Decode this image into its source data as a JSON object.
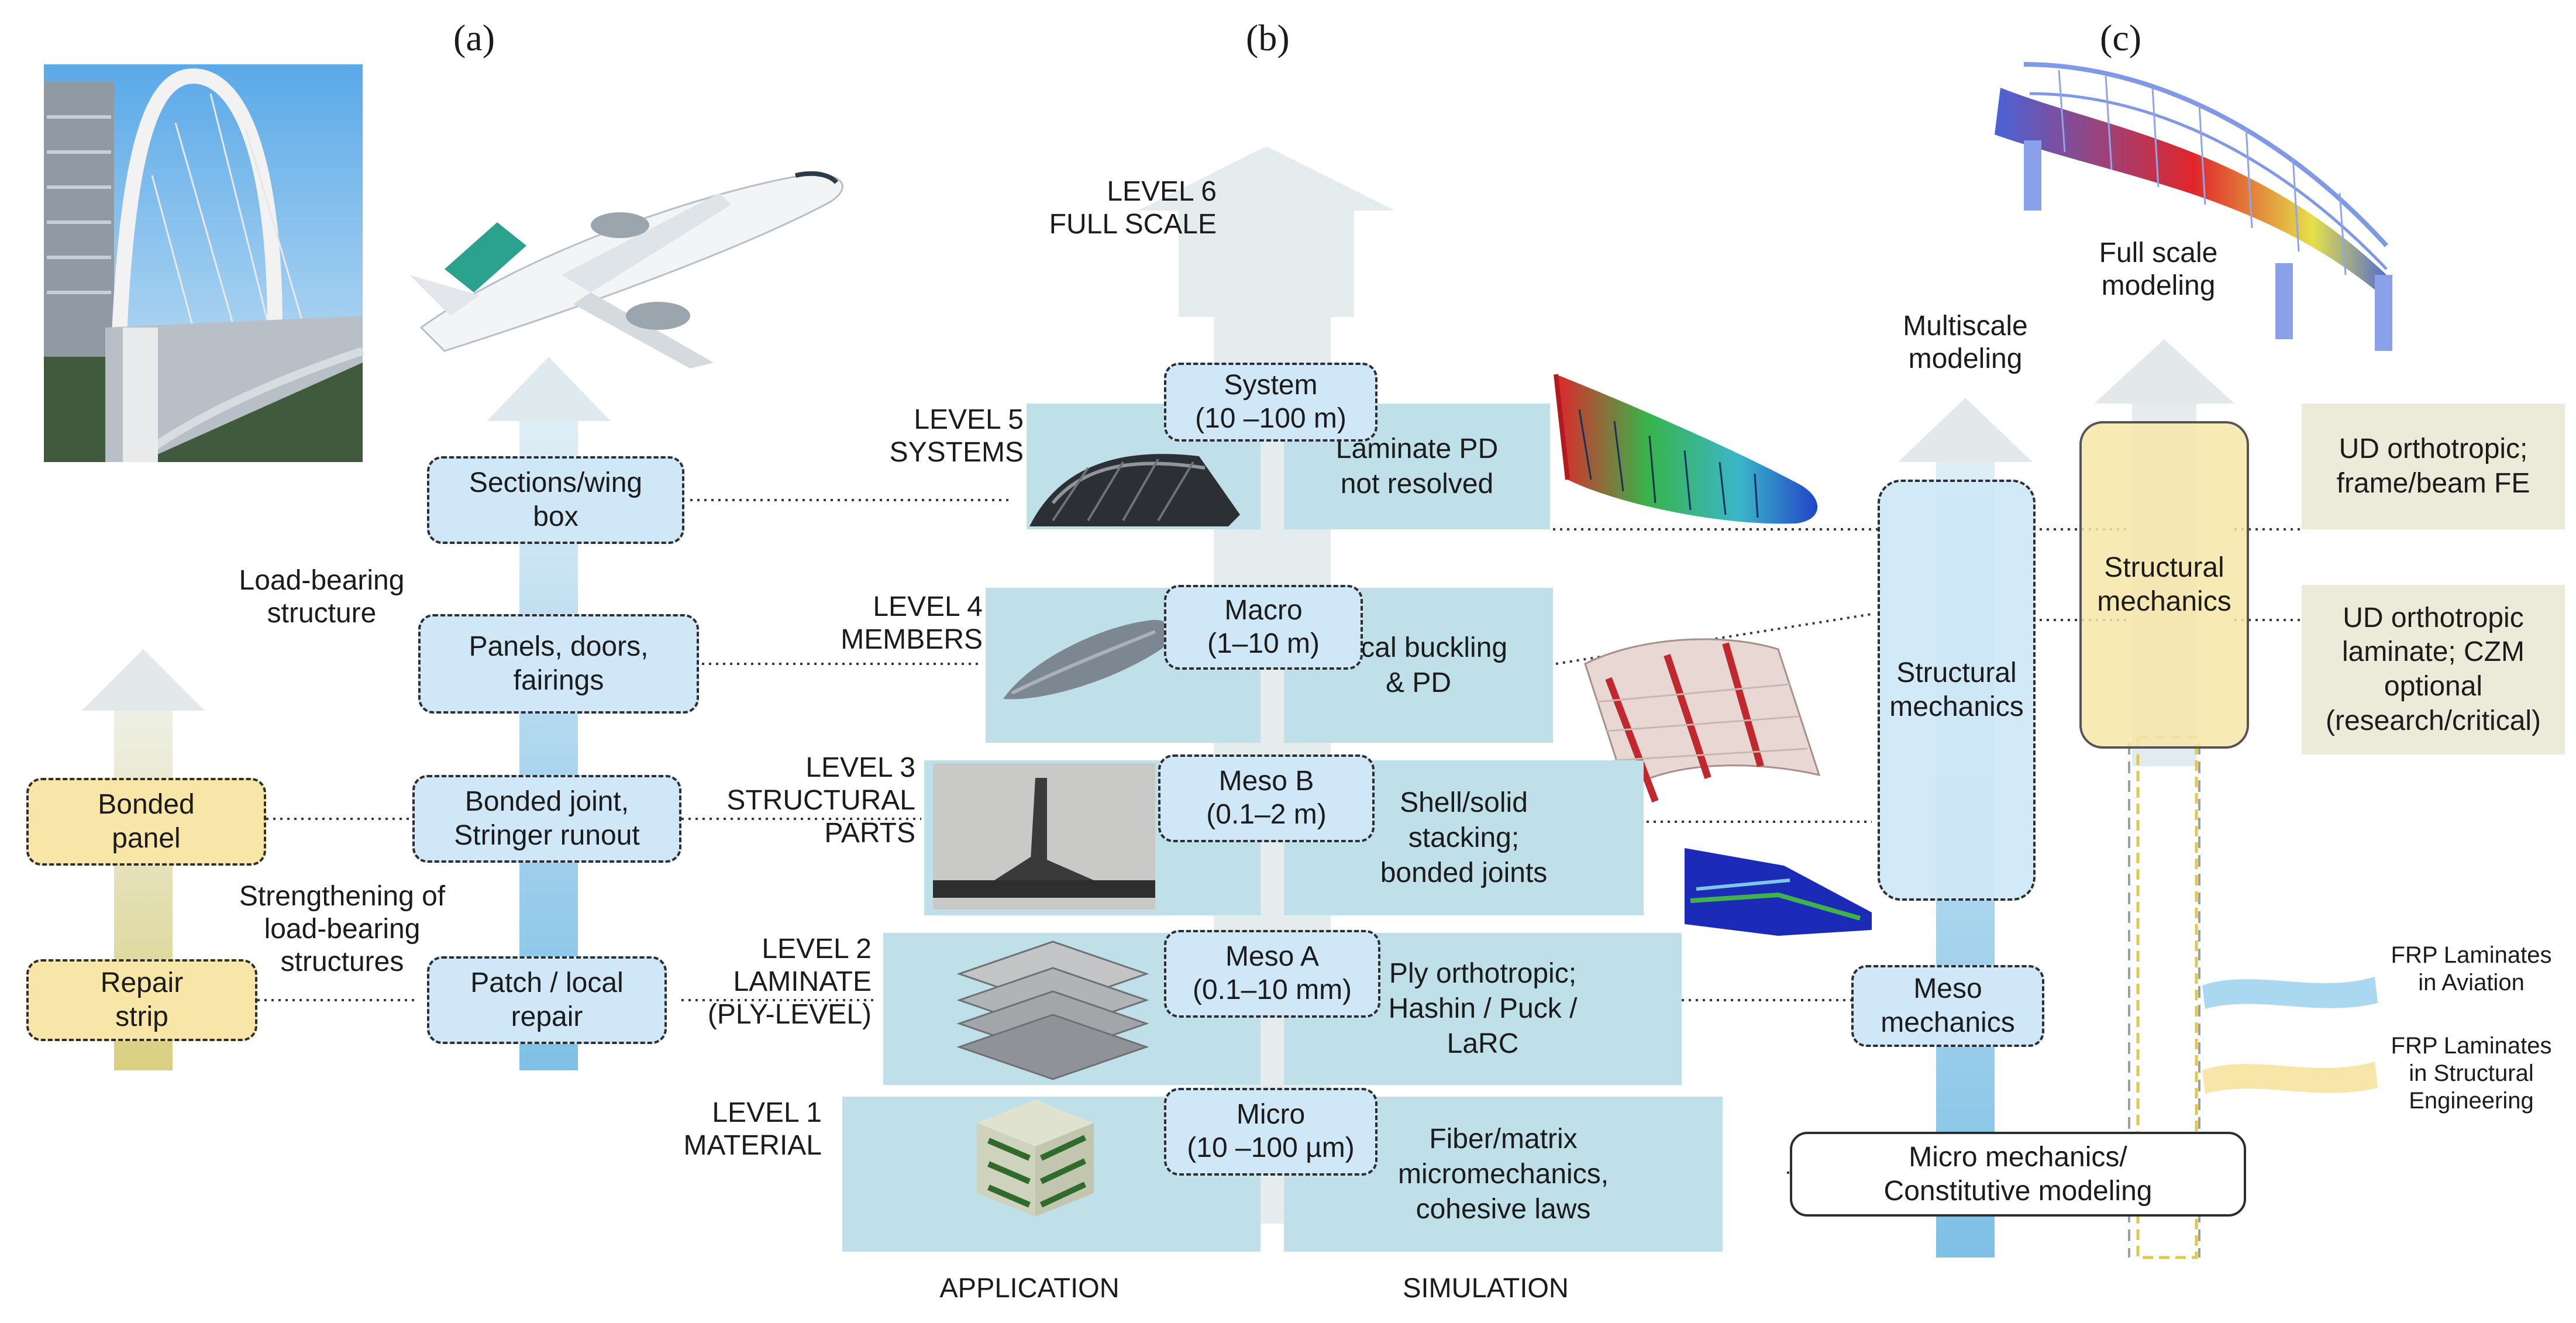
{
  "panels": {
    "a": "(a)",
    "b": "(b)",
    "c": "(c)"
  },
  "left": {
    "load_bearing": "Load-bearing\nstructure",
    "strengthening": "Strengthening of\nload-bearing\nstructures",
    "boxes": {
      "sections": "Sections/wing\nbox",
      "panels_doors": "Panels, doors,\nfairings",
      "bonded_joint": "Bonded joint,\nStringer runout",
      "patch": "Patch / local\nrepair",
      "bonded_panel": "Bonded\npanel",
      "repair_strip": "Repair\nstrip"
    }
  },
  "levels": {
    "l6": "LEVEL 6\nFULL SCALE",
    "l5": "LEVEL 5\nSYSTEMS",
    "l4": "LEVEL 4\nMEMBERS",
    "l3": "LEVEL 3\nSTRUCTURAL\nPARTS",
    "l2": "LEVEL 2\nLAMINATE\n(PLY-LEVEL)",
    "l1": "LEVEL 1\nMATERIAL"
  },
  "scales": {
    "system": "System\n(10 –100 m)",
    "macro": "Macro\n(1–10 m)",
    "mesob": "Meso B\n(0.1–2 m)",
    "mesoa": "Meso A\n(0.1–10 mm)",
    "micro": "Micro\n(10 –100 µm)"
  },
  "simulation": {
    "l5": "Laminate PD\nnot resolved",
    "l4": "Local buckling\n& PD",
    "l3": "Shell/solid\nstacking;\nbonded joints",
    "l2": "Ply orthotropic;\nHashin / Puck /\nLaRC",
    "l1": "Fiber/matrix\nmicromechanics,\ncohesive laws"
  },
  "bottom": {
    "application": "APPLICATION",
    "simulation": "SIMULATION"
  },
  "right": {
    "multiscale": "Multiscale\nmodeling",
    "fullscale": "Full scale\nmodeling",
    "structural_blue": "Structural\nmechanics",
    "structural_yellow": "Structural\nmechanics",
    "meso_mech": "Meso\nmechanics",
    "micro_mech": "Micro mechanics/\nConstitutive modeling",
    "note1": "UD orthotropic;\nframe/beam FE",
    "note2": "UD orthotropic\nlaminate; CZM\noptional\n(research/critical)"
  },
  "legend": {
    "aviation": "FRP Laminates\nin Aviation",
    "structural": "FRP Laminates\nin Structural\nEngineering",
    "aviation_color": "#a9d8f0",
    "structural_color": "#f7e6a8"
  },
  "colors": {
    "arrow_gray": "#dfe7ea",
    "arrow_blue": "#8ec9ea",
    "arrow_yellow": "#e8dd9c",
    "sim_fill": "#bfe0e8",
    "box_blue": "#cfe7f6",
    "box_yellow": "#f7e6a8"
  },
  "icons": [
    "bridge-photo",
    "airplane-photo",
    "wing-section-photo",
    "fairing-shape",
    "stringer-photo",
    "ply-stack-icon",
    "fiber-cube-icon",
    "fuselage-fe-model",
    "panel-fe-model",
    "joint-fe-model",
    "bridge-fe-model"
  ]
}
